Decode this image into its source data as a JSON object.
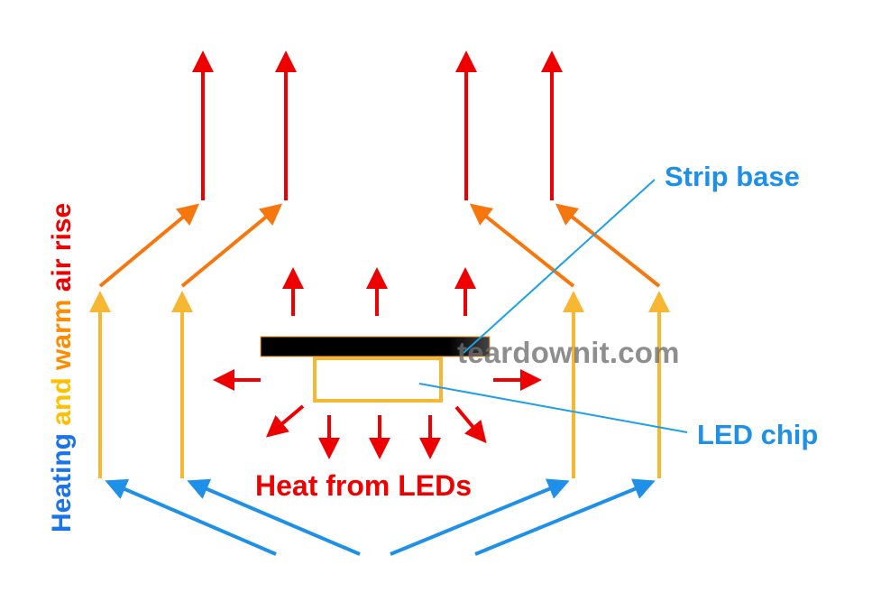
{
  "labels": {
    "strip_base": "Strip base",
    "led_chip": "LED chip",
    "heat_from_leds": "Heat from LEDs",
    "watermark": "teardownit.com"
  },
  "side_caption": [
    {
      "text": "Heating",
      "color": "#1a73e8"
    },
    {
      "text": " and ",
      "color": "#ffc000"
    },
    {
      "text": "warm ",
      "color": "#ff8c00"
    },
    {
      "text": "air rise",
      "color": "#ee0000"
    }
  ],
  "colors": {
    "cold_air": "#1e90e8",
    "warming_air": "#f7b733",
    "warm_air": "#f7770f",
    "hot_air": "#ee0000",
    "strip_base": "#000000",
    "chip_outline": "#f7b733",
    "leader_line": "#1ea0e8"
  }
}
